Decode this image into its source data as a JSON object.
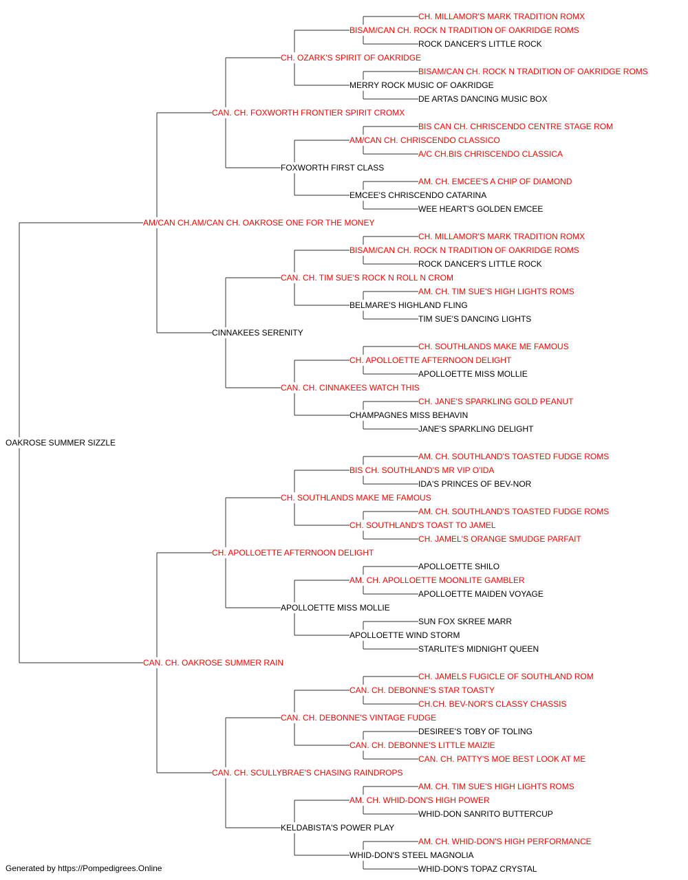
{
  "colors": {
    "champion": "#ff0000",
    "regular": "#000000",
    "line": "#555555"
  },
  "pedigree": [
    {
      "name": "OAKROSE SUMMER SIZZLE",
      "champion": false
    },
    {
      "name": "AM/CAN CH.AM/CAN CH. OAKROSE ONE FOR THE MONEY",
      "champion": true
    },
    {
      "name": "CAN. CH. OAKROSE SUMMER RAIN",
      "champion": true
    },
    {
      "name": "CAN. CH. FOXWORTH FRONTIER SPIRIT CROMX",
      "champion": true
    },
    {
      "name": "CINNAKEES SERENITY",
      "champion": false
    },
    {
      "name": "CH. APOLLOETTE AFTERNOON DELIGHT",
      "champion": true
    },
    {
      "name": "CAN. CH. SCULLYBRAE'S CHASING RAINDROPS",
      "champion": true
    },
    {
      "name": "CH. OZARK'S SPIRIT OF OAKRIDGE",
      "champion": true
    },
    {
      "name": "FOXWORTH FIRST CLASS",
      "champion": false
    },
    {
      "name": "CAN. CH. TIM SUE'S ROCK N ROLL N CROM",
      "champion": true
    },
    {
      "name": "CAN. CH. CINNAKEES WATCH THIS",
      "champion": true
    },
    {
      "name": "CH. SOUTHLANDS MAKE ME FAMOUS",
      "champion": true
    },
    {
      "name": "APOLLOETTE MISS MOLLIE",
      "champion": false
    },
    {
      "name": "CAN. CH. DEBONNE'S VINTAGE FUDGE",
      "champion": true
    },
    {
      "name": "KELDABISTA'S POWER PLAY",
      "champion": false
    },
    {
      "name": "BISAM/CAN CH. ROCK N TRADITION OF OAKRIDGE ROMS",
      "champion": true
    },
    {
      "name": "MERRY ROCK MUSIC OF OAKRIDGE",
      "champion": false
    },
    {
      "name": "AM/CAN CH. CHRISCENDO CLASSICO",
      "champion": true
    },
    {
      "name": "EMCEE'S CHRISCENDO CATARINA",
      "champion": false
    },
    {
      "name": "BISAM/CAN CH. ROCK N TRADITION OF OAKRIDGE ROMS",
      "champion": true
    },
    {
      "name": "BELMARE'S HIGHLAND FLING",
      "champion": false
    },
    {
      "name": "CH. APOLLOETTE AFTERNOON DELIGHT",
      "champion": true
    },
    {
      "name": "CHAMPAGNES MISS BEHAVIN",
      "champion": false
    },
    {
      "name": "BIS CH. SOUTHLAND'S MR VIP O'IDA",
      "champion": true
    },
    {
      "name": "CH. SOUTHLAND'S TOAST TO JAMEL",
      "champion": true
    },
    {
      "name": "AM. CH. APOLLOETTE MOONLITE GAMBLER",
      "champion": true
    },
    {
      "name": "APOLLOETTE WIND STORM",
      "champion": false
    },
    {
      "name": "CAN. CH. DEBONNE'S STAR TOASTY",
      "champion": true
    },
    {
      "name": "CAN. CH. DEBONNE'S LITTLE MAIZIE",
      "champion": true
    },
    {
      "name": "AM. CH. WHID-DON'S HIGH POWER",
      "champion": true
    },
    {
      "name": "WHID-DON'S STEEL MAGNOLIA",
      "champion": false
    },
    {
      "name": "CH. MILLAMOR'S MARK TRADITION ROMX",
      "champion": true
    },
    {
      "name": "ROCK DANCER'S LITTLE ROCK",
      "champion": false
    },
    {
      "name": "BISAM/CAN CH. ROCK N TRADITION OF OAKRIDGE ROMS",
      "champion": true
    },
    {
      "name": "DE ARTAS DANCING MUSIC BOX",
      "champion": false
    },
    {
      "name": "BIS CAN CH. CHRISCENDO CENTRE STAGE ROM",
      "champion": true
    },
    {
      "name": "A/C CH.BIS CHRISCENDO CLASSICA",
      "champion": true
    },
    {
      "name": "AM. CH. EMCEE'S A CHIP OF DIAMOND",
      "champion": true
    },
    {
      "name": "WEE HEART'S GOLDEN EMCEE",
      "champion": false
    },
    {
      "name": "CH. MILLAMOR'S MARK TRADITION ROMX",
      "champion": true
    },
    {
      "name": "ROCK DANCER'S LITTLE ROCK",
      "champion": false
    },
    {
      "name": "AM. CH. TIM SUE'S HIGH LIGHTS ROMS",
      "champion": true
    },
    {
      "name": "TIM SUE'S DANCING LIGHTS",
      "champion": false
    },
    {
      "name": "CH. SOUTHLANDS MAKE ME FAMOUS",
      "champion": true
    },
    {
      "name": "APOLLOETTE MISS MOLLIE",
      "champion": false
    },
    {
      "name": "CH. JANE'S SPARKLING GOLD PEANUT",
      "champion": true
    },
    {
      "name": "JANE'S SPARKLING DELIGHT",
      "champion": false
    },
    {
      "name": "AM. CH. SOUTHLAND'S TOASTED FUDGE ROMS",
      "champion": true
    },
    {
      "name": "IDA'S PRINCES OF BEV-NOR",
      "champion": false
    },
    {
      "name": "AM. CH. SOUTHLAND'S TOASTED FUDGE ROMS",
      "champion": true
    },
    {
      "name": "CH. JAMEL'S ORANGE SMUDGE PARFAIT",
      "champion": true
    },
    {
      "name": "APOLLOETTE SHILO",
      "champion": false
    },
    {
      "name": "APOLLOETTE MAIDEN VOYAGE",
      "champion": false
    },
    {
      "name": "SUN FOX SKREE MARR",
      "champion": false
    },
    {
      "name": "STARLITE'S MIDNIGHT QUEEN",
      "champion": false
    },
    {
      "name": "CH. JAMELS FUGICLE OF SOUTHLAND ROM",
      "champion": true
    },
    {
      "name": "CH.CH. BEV-NOR'S CLASSY CHASSIS",
      "champion": true
    },
    {
      "name": "DESIREE'S TOBY OF TOLING",
      "champion": false
    },
    {
      "name": "CAN. CH. PATTY'S MOE BEST LOOK AT ME",
      "champion": true
    },
    {
      "name": "AM. CH. TIM SUE'S HIGH LIGHTS ROMS",
      "champion": true
    },
    {
      "name": "WHID-DON SANRITO BUTTERCUP",
      "champion": false
    },
    {
      "name": "AM. CH. WHID-DON'S HIGH PERFORMANCE",
      "champion": true
    },
    {
      "name": "WHID-DON'S TOPAZ CRYSTAL",
      "champion": false
    }
  ],
  "footer": "Generated by https://Pompedigrees.Online"
}
